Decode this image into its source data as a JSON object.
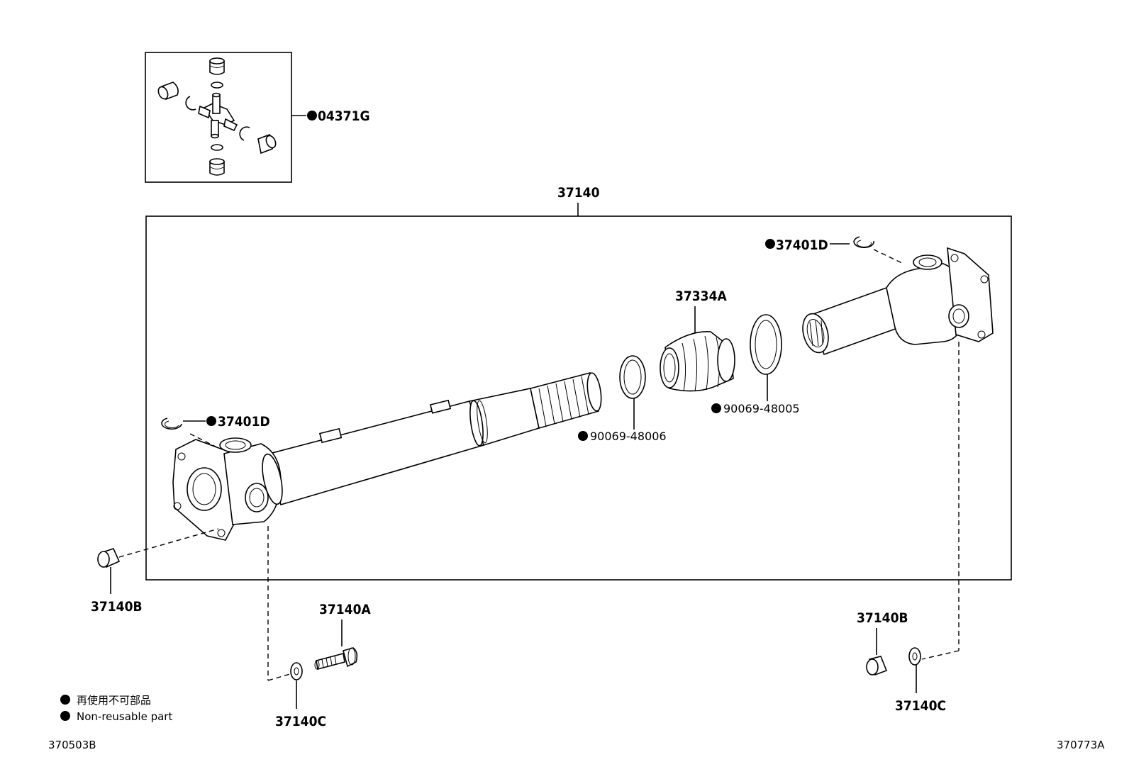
{
  "diagram": {
    "labels": {
      "spider_kit": "04371G",
      "assembly": "37140",
      "snap_ring_right": "37401D",
      "snap_ring_left": "37401D",
      "boot": "37334A",
      "clamp_small": "90069-48006",
      "clamp_large": "90069-48005",
      "bushing_left": "37140B",
      "bolt": "37140A",
      "washer_left": "37140C",
      "bushing_right": "37140B",
      "washer_right": "37140C"
    },
    "legend": {
      "line1": "再使用不可部品",
      "line2": "Non-reusable part"
    },
    "refs": {
      "left": "370503B",
      "right": "370773A"
    }
  }
}
